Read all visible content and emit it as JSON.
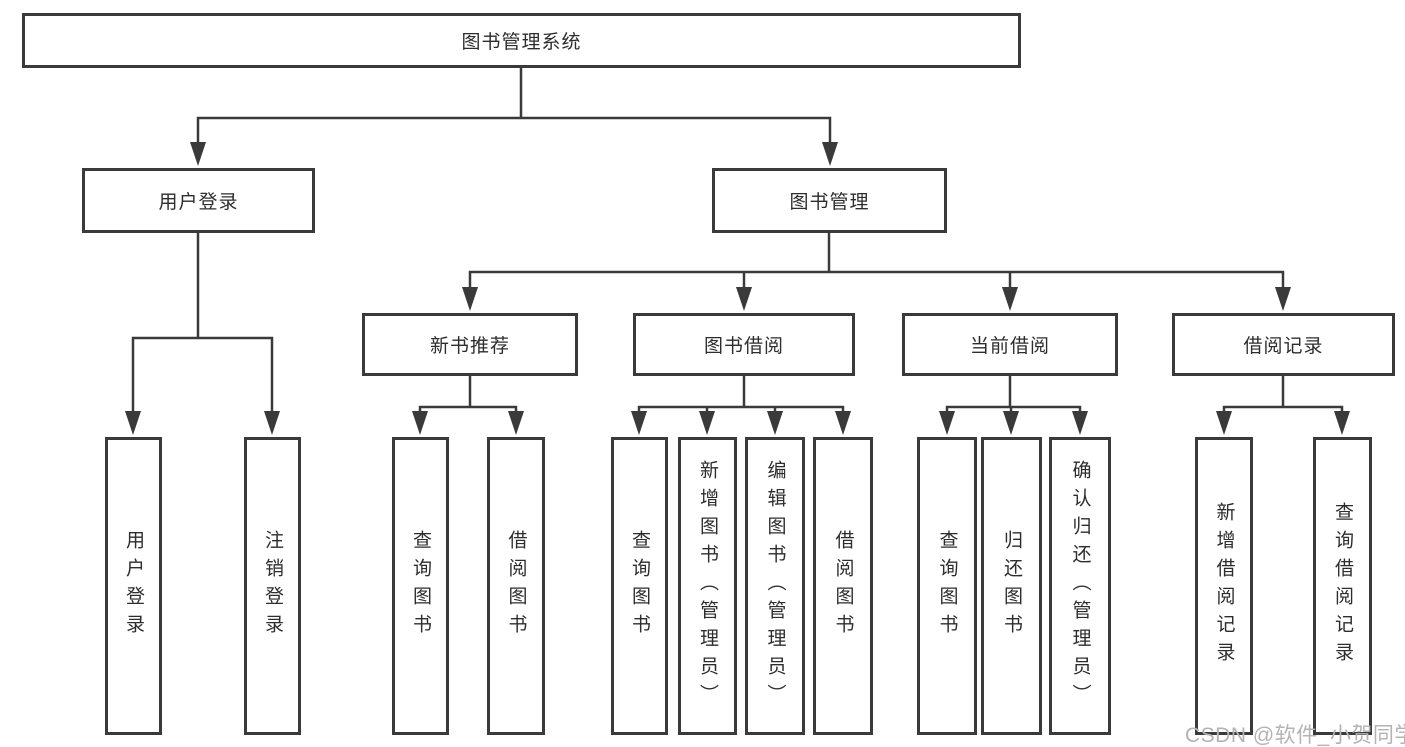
{
  "diagram": {
    "root": "图书管理系统",
    "level2": [
      "用户登录",
      "图书管理"
    ],
    "level3": [
      "新书推荐",
      "图书借阅",
      "当前借阅",
      "借阅记录"
    ],
    "leaves": {
      "user_login": [
        "用户登录",
        "注销登录"
      ],
      "new_book": [
        "查询图书",
        "借阅图书"
      ],
      "book_borrow": [
        "查询图书",
        "新增图书（管理员）",
        "编辑图书（管理员）",
        "借阅图书"
      ],
      "current_borrow": [
        "查询图书",
        "归还图书",
        "确认归还（管理员）"
      ],
      "borrow_records": [
        "新增借阅记录",
        "查询借阅记录"
      ]
    }
  },
  "watermark": "CSDN @软件_小贺同学",
  "colors": {
    "line": "#3a3a3a",
    "text": "#2d2d2d",
    "watermark": "#b3b3b3",
    "background": "#ffffff"
  }
}
